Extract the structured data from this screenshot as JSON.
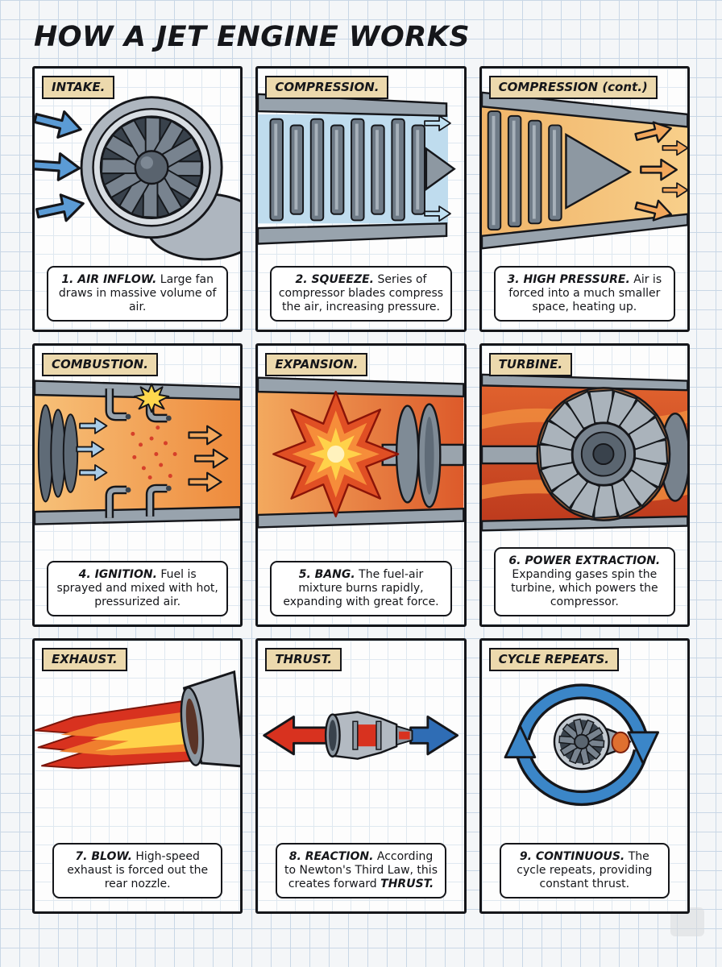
{
  "page": {
    "title": "HOW A JET ENGINE WORKS"
  },
  "colors": {
    "paper_grid": "#c9d7e6",
    "label_tan": "#ecd9ad",
    "arrow_blue": "#5b9bd5",
    "arrow_orange": "#f2a75c",
    "flame_red": "#d8321f",
    "flame_orange": "#f07f2e",
    "flame_yellow": "#ffd34a",
    "metal_gray": "#b3bac2",
    "thrust_blue": "#2f6db5"
  },
  "panels": [
    {
      "id": "intake",
      "label": "INTAKE.",
      "caption_lead": "1. AIR INFLOW.",
      "caption_body": "Large fan draws in massive volume of air.",
      "caption_tail": ""
    },
    {
      "id": "compression",
      "label": "COMPRESSION.",
      "caption_lead": "2. SQUEEZE.",
      "caption_body": "Series of compressor blades compress the air, increasing pressure.",
      "caption_tail": ""
    },
    {
      "id": "compression-cont",
      "label": "COMPRESSION (cont.)",
      "caption_lead": "3. HIGH PRESSURE.",
      "caption_body": "Air is forced into a much smaller space, heating up.",
      "caption_tail": ""
    },
    {
      "id": "combustion",
      "label": "COMBUSTION.",
      "caption_lead": "4. IGNITION.",
      "caption_body": "Fuel is sprayed and mixed with hot, pressurized air.",
      "caption_tail": ""
    },
    {
      "id": "expansion",
      "label": "EXPANSION.",
      "caption_lead": "5. BANG.",
      "caption_body": "The fuel-air mixture burns rapidly, expanding with great force.",
      "caption_tail": ""
    },
    {
      "id": "turbine",
      "label": "TURBINE.",
      "caption_lead": "6. POWER EXTRACTION.",
      "caption_body": "Expanding gases spin the turbine, which powers the compressor.",
      "caption_tail": ""
    },
    {
      "id": "exhaust",
      "label": "EXHAUST.",
      "caption_lead": "7. BLOW.",
      "caption_body": "High-speed exhaust is forced out the rear nozzle.",
      "caption_tail": ""
    },
    {
      "id": "thrust",
      "label": "THRUST.",
      "caption_lead": "8. REACTION.",
      "caption_body": "According to Newton's Third Law, this creates forward",
      "caption_tail": "THRUST."
    },
    {
      "id": "cycle",
      "label": "CYCLE REPEATS.",
      "caption_lead": "9. CONTINUOUS.",
      "caption_body": "The cycle repeats, providing constant thrust.",
      "caption_tail": ""
    }
  ]
}
